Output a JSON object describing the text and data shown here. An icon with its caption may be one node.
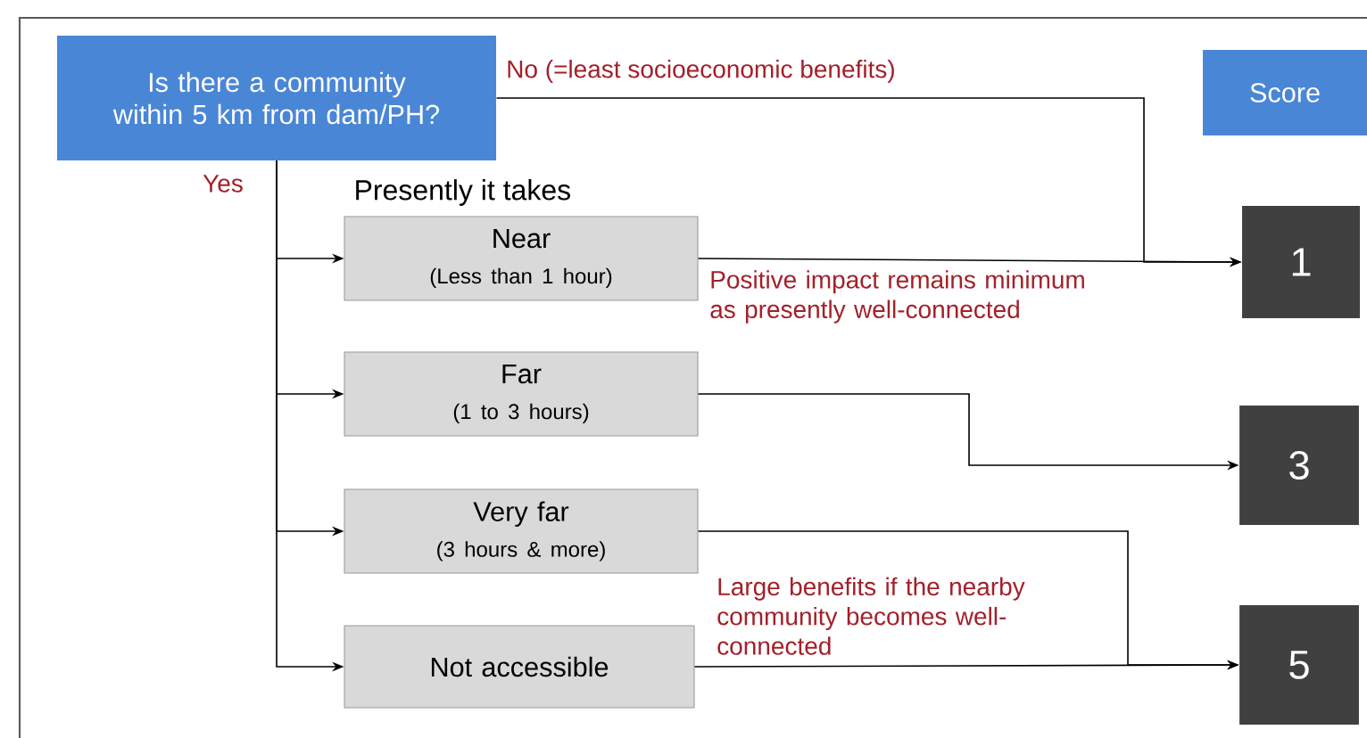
{
  "diagram": {
    "nodes": [
      {
        "text": [
          "Is there a community within 5 km from dam/PH?"
        ]
      },
      {
        "text": [
          "Score"
        ]
      },
      {
        "text": [
          "Near",
          "(Less than 1 hour)"
        ]
      },
      {
        "text": [
          "Far",
          "(1 to 3 hours)"
        ]
      },
      {
        "text": [
          "Very far",
          "(3 hours & more)"
        ]
      },
      {
        "text": [
          "Not accessible"
        ]
      },
      {
        "text": [
          "1"
        ]
      },
      {
        "text": [
          "3"
        ]
      },
      {
        "text": [
          "5"
        ]
      }
    ],
    "edges": [
      {
        "from": 0,
        "to": 6,
        "arrow": "to",
        "label": "No (=least socioeconomic benefits)"
      },
      {
        "from": 0,
        "to": 2,
        "arrow": "to",
        "label": "Yes"
      },
      {
        "from": 0,
        "to": 3,
        "arrow": "to"
      },
      {
        "from": 0,
        "to": 4,
        "arrow": "to"
      },
      {
        "from": 0,
        "to": 5,
        "arrow": "to"
      },
      {
        "from": 2,
        "to": 6,
        "arrow": "to",
        "label": "Positive impact remains minimum as presently well-connected"
      },
      {
        "from": 3,
        "to": 7,
        "arrow": "to"
      },
      {
        "from": 4,
        "to": 8,
        "arrow": "to"
      },
      {
        "from": 5,
        "to": 8,
        "arrow": "to",
        "label": "Large benefits if the nearby community becomes well-connected"
      }
    ],
    "labels": [
      "Presently it takes"
    ]
  }
}
